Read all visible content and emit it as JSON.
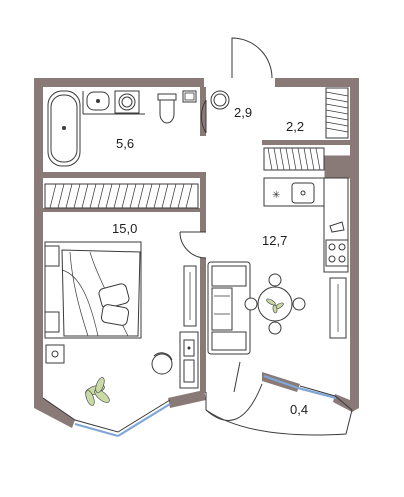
{
  "rooms": {
    "bathroom": {
      "area": "5,6"
    },
    "hall_closet": {
      "area": "2,9"
    },
    "hallway": {
      "area": "2,2"
    },
    "bedroom": {
      "area": "15,0"
    },
    "kitchen_living": {
      "area": "12,7"
    },
    "balcony": {
      "area": "0,4"
    }
  },
  "colors": {
    "wall": "#8a7a77",
    "window_glass": "#7fa6d8",
    "furniture_line": "#3a3a3a",
    "plant": "#c9d9a8"
  }
}
